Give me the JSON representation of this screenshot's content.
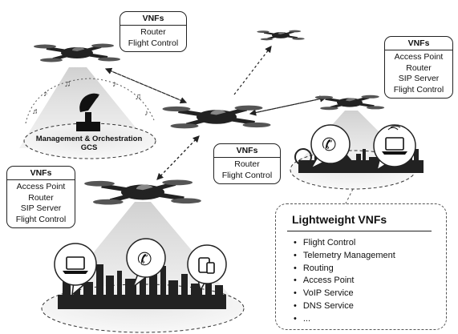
{
  "gcs": {
    "line1": "Management & Orchestration",
    "line2": "GCS"
  },
  "vnf_boxes": [
    {
      "id": "top",
      "title": "VNFs",
      "items": [
        "Router",
        "Flight Control"
      ]
    },
    {
      "id": "right",
      "title": "VNFs",
      "items": [
        "Access Point",
        "Router",
        "SIP Server",
        "Flight Control"
      ]
    },
    {
      "id": "center",
      "title": "VNFs",
      "items": [
        "Router",
        "Flight Control"
      ]
    },
    {
      "id": "left",
      "title": "VNFs",
      "items": [
        "Access Point",
        "Router",
        "SIP Server",
        "Flight Control"
      ]
    }
  ],
  "lightweight": {
    "title": "Lightweight VNFs",
    "items": [
      "Flight Control",
      "Telemetry Management",
      "Routing",
      "Access Point",
      "VoIP Service",
      "DNS Service",
      "..."
    ]
  }
}
